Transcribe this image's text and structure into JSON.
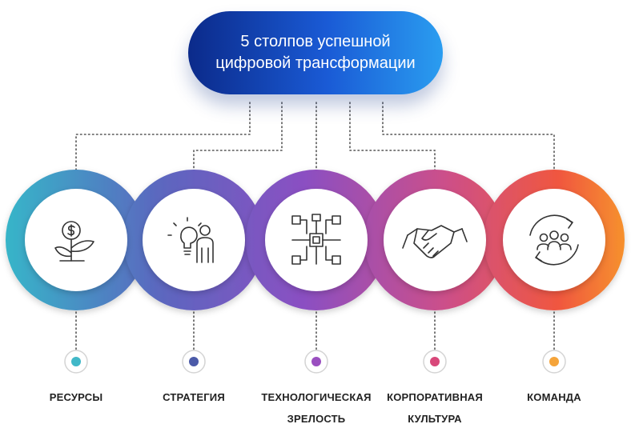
{
  "title": {
    "line1": "5 столпов успешной",
    "line2": "цифровой трансформации"
  },
  "pillars": [
    {
      "label_lines": [
        "РЕСУРСЫ"
      ],
      "icon": "money-plant-icon",
      "ring_color": "#3aa3c9",
      "dot_color": "#41b8c8"
    },
    {
      "label_lines": [
        "СТРАТЕГИЯ"
      ],
      "icon": "idea-person-icon",
      "ring_color": "#5a63b8",
      "dot_color": "#4b5aa8"
    },
    {
      "label_lines": [
        "ТЕХНОЛОГИЧЕСКАЯ",
        "ЗРЕЛОСТЬ"
      ],
      "icon": "circuit-network-icon",
      "ring_color": "#8e4ebd",
      "dot_color": "#9a4fc0"
    },
    {
      "label_lines": [
        "КОРПОРАТИВНАЯ",
        "КУЛЬТУРА"
      ],
      "icon": "handshake-icon",
      "ring_color": "#c94e8c",
      "dot_color": "#d8487a"
    },
    {
      "label_lines": [
        "КОМАНДА"
      ],
      "icon": "team-cycle-icon",
      "ring_color": "#f0643e",
      "dot_color": "#f5a43a"
    }
  ]
}
